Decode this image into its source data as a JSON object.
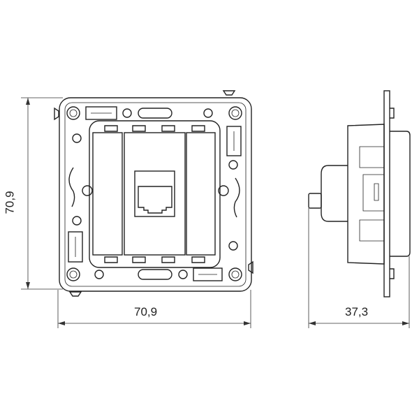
{
  "dimensions": {
    "height_label": "70,9",
    "width_label": "70,9",
    "depth_label": "37,3"
  },
  "colors": {
    "line": "#222222",
    "background": "#ffffff"
  }
}
